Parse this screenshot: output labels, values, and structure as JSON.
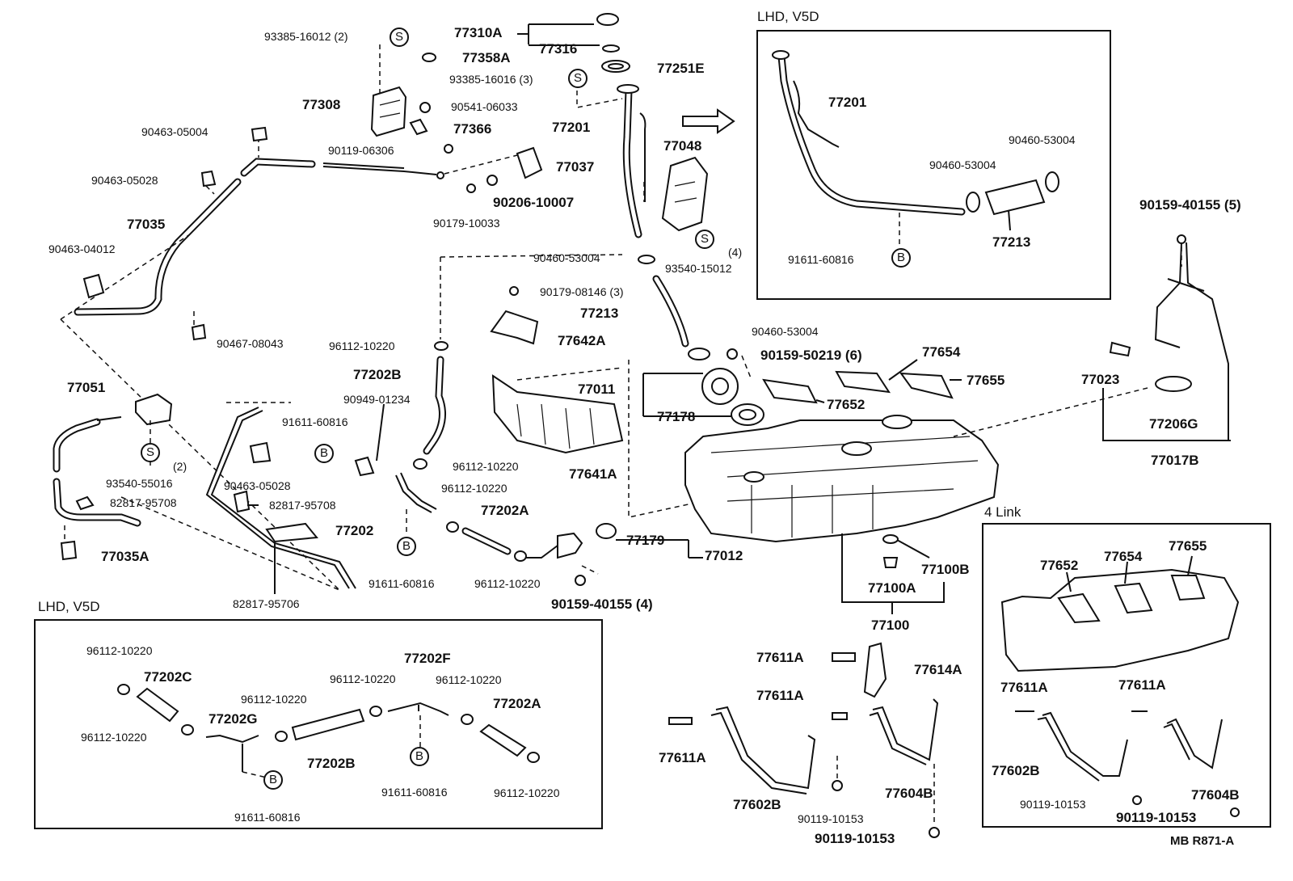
{
  "frames": {
    "top_right": {
      "title": "LHD, V5D"
    },
    "bottom_left": {
      "title": "LHD, V5D"
    },
    "bottom_right": {
      "title": "4 Link"
    }
  },
  "labels": {
    "p77310A": "77310A",
    "p77316": "77316",
    "p77251E": "77251E",
    "p93385_16012": "93385-16012 (2)",
    "p77358A": "77358A",
    "p93385_16016": "93385-16016 (3)",
    "p77308": "77308",
    "p90541": "90541-06033",
    "p77201_main": "77201",
    "p77366": "77366",
    "p90119_06306": "90119-06306",
    "p90463_05004": "90463-05004",
    "p77048": "77048",
    "p77037": "77037",
    "p90463_05028a": "90463-05028",
    "p90206": "90206-10007",
    "p77035": "77035",
    "p90179_10033": "90179-10033",
    "p90463_04012": "90463-04012",
    "p90460_53004a": "90460-53004",
    "p93540_15012": "93540-15012",
    "p4a": "(4)",
    "p90179_08146": "90179-08146 (3)",
    "p77213_main": "77213",
    "p90467": "90467-08043",
    "p96112_a": "96112-10220",
    "p77642A": "77642A",
    "p90460_53004b": "90460-53004",
    "p90159_50219": "90159-50219 (6)",
    "p77654_main": "77654",
    "p77655_main": "77655",
    "p77202B_main": "77202B",
    "p77051": "77051",
    "p77011": "77011",
    "p77652_main": "77652",
    "p90949": "90949-01234",
    "p91611_a": "91611-60816",
    "p77178": "77178",
    "p96112_b": "96112-10220",
    "p77641A": "77641A",
    "p93540_55016": "93540-55016",
    "p2": "(2)",
    "p90463_05028b": "90463-05028",
    "p82817_95708a": "82817-95708",
    "p82817_95708b": "82817-95708",
    "p96112_c": "96112-10220",
    "p77202A_main": "77202A",
    "p77202": "77202",
    "p77179": "77179",
    "p77012": "77012",
    "p77035A": "77035A",
    "p91611_b": "91611-60816",
    "p96112_d": "96112-10220",
    "p90159_40155_4": "90159-40155 (4)",
    "p82817_95706": "82817-95706",
    "p77100B": "77100B",
    "p77100A": "77100A",
    "p77100": "77100",
    "p77023": "77023",
    "p77206G": "77206G",
    "p77017B": "77017B",
    "p90159_40155_5": "90159-40155 (5)",
    "tr_77201": "77201",
    "tr_90460a": "90460-53004",
    "tr_90460b": "90460-53004",
    "tr_91611": "91611-60816",
    "tr_77213": "77213",
    "bl_96112_a": "96112-10220",
    "bl_77202C": "77202C",
    "bl_96112_b": "96112-10220",
    "bl_77202G": "77202G",
    "bl_96112_c": "96112-10220",
    "bl_96112_d": "96112-10220",
    "bl_77202F": "77202F",
    "bl_96112_e": "96112-10220",
    "bl_77202A": "77202A",
    "bl_77202B": "77202B",
    "bl_91611_a": "91611-60816",
    "bl_91611_b": "91611-60816",
    "bl_96112_f": "96112-10220",
    "m_77611A_a": "77611A",
    "m_77614A": "77614A",
    "m_77611A_b": "77611A",
    "m_77611A_c": "77611A",
    "m_77602B": "77602B",
    "m_77604B": "77604B",
    "m_90119_a": "90119-10153",
    "m_90119_b": "90119-10153",
    "br_77652": "77652",
    "br_77654": "77654",
    "br_77655": "77655",
    "br_77611A_a": "77611A",
    "br_77611A_b": "77611A",
    "br_77602B": "77602B",
    "br_77604B": "77604B",
    "br_90119_a": "90119-10153",
    "br_90119_b": "90119-10153",
    "code": "MB  R871-A"
  },
  "refs": {
    "S1": "S",
    "S2": "S",
    "S3": "S",
    "S4": "S",
    "B1": "B",
    "B2": "B",
    "B3": "B",
    "B4": "B",
    "B5": "B"
  }
}
